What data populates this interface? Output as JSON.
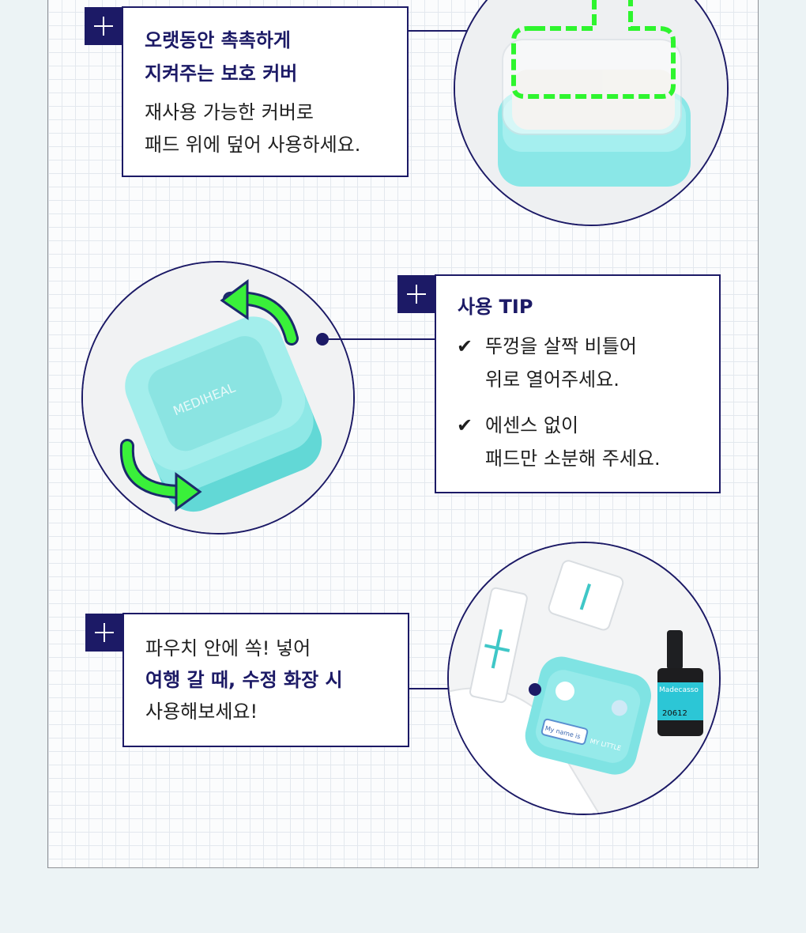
{
  "section1": {
    "title_line1": "오랫동안 촉촉하게",
    "title_line2": "지켜주는 보호 커버",
    "body_line1": "재사용 가능한 커버로",
    "body_line2": "패드 위에 덮어 사용하세요."
  },
  "section2": {
    "title": "사용 TIP",
    "check_mark": "✔",
    "tip1_line1": "뚜껑을 살짝 비틀어",
    "tip1_line2": "위로 열어주세요.",
    "tip2_line1": "에센스 없이",
    "tip2_line2": "패드만 소분해 주세요.",
    "brand_on_case": "MEDIHEAL"
  },
  "section3": {
    "line1": "파우치 안에 쏙! 넣어",
    "line2": "여행 갈 때, 수정 화장 시",
    "line3": "사용해보세요!",
    "serum_label": "Madecasso",
    "serum_code": "20612",
    "sticker_text": "My name is",
    "sticker_text2": "MY LITTLE"
  },
  "colors": {
    "navy": "#1c1a66",
    "mint": "#7fe3e3",
    "highlight_green": "#2ef52e"
  },
  "icons": {
    "plus": "plus-icon",
    "arrow": "curved-arrow-icon",
    "check": "check-icon"
  }
}
